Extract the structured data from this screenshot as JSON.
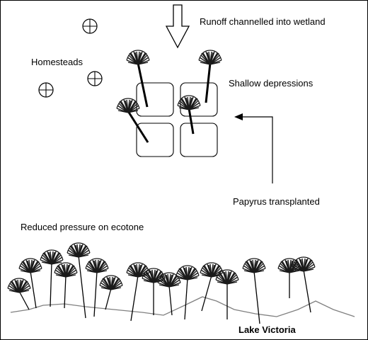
{
  "labels": {
    "runoff": "Runoff channelled into wetland",
    "homesteads": "Homesteads",
    "depressions": "Shallow depressions",
    "papyrus": "Papyrus transplanted",
    "ecotone": "Reduced pressure on ecotone",
    "lake": "Lake Victoria"
  },
  "icons": {
    "homestead": "circle-cross-icon",
    "plant": "papyrus-umbel-icon",
    "runoff_arrow": "down-arrow-icon",
    "callout_arrow": "elbow-arrow-icon"
  },
  "colors": {
    "stroke": "#000000",
    "plant_head": "#1a1a1a",
    "shoreline": "#808080",
    "background": "#ffffff"
  }
}
